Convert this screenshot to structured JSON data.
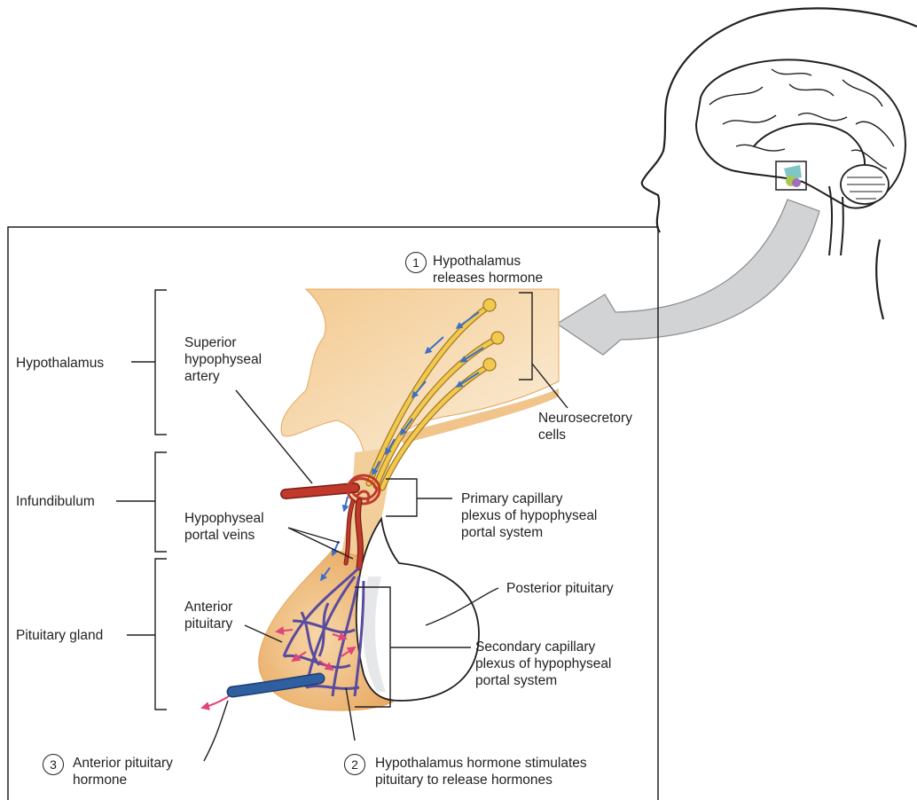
{
  "labels": {
    "hypothalamus": "Hypothalamus",
    "infundibulum": "Infundibulum",
    "pituitary_gland": "Pituitary gland",
    "superior_artery": [
      "Superior",
      "hypophyseal",
      "artery"
    ],
    "portal_veins": [
      "Hypophyseal",
      "portal veins"
    ],
    "anterior_pituitary": [
      "Anterior",
      "pituitary"
    ],
    "neurosecretory": [
      "Neurosecretory",
      "cells"
    ],
    "primary_plexus": [
      "Primary capillary",
      "plexus of hypophyseal",
      "portal system"
    ],
    "posterior_pituitary": "Posterior pituitary",
    "secondary_plexus": [
      "Secondary capillary",
      "plexus of hypophyseal",
      "portal system"
    ]
  },
  "steps": [
    {
      "number": "1",
      "text": [
        "Hypothalamus",
        "releases hormone"
      ]
    },
    {
      "number": "2",
      "text": [
        "Hypothalamus hormone stimulates",
        "pituitary to release hormones"
      ]
    },
    {
      "number": "3",
      "text": [
        "Anterior pituitary",
        "hormone"
      ]
    }
  ],
  "colors": {
    "tissue_light": "#f6dcb0",
    "tissue_mid": "#f0c48a",
    "tissue_dark": "#e7a75f",
    "axon": "#f2c94c",
    "artery": "#c0392b",
    "vein": "#2f5fa0",
    "capillary": "#5b4b9e",
    "flow_arrow": "#3d6fc7",
    "hormone_arrow": "#e0457b",
    "pointer_arrow": "#d1d3d4"
  }
}
